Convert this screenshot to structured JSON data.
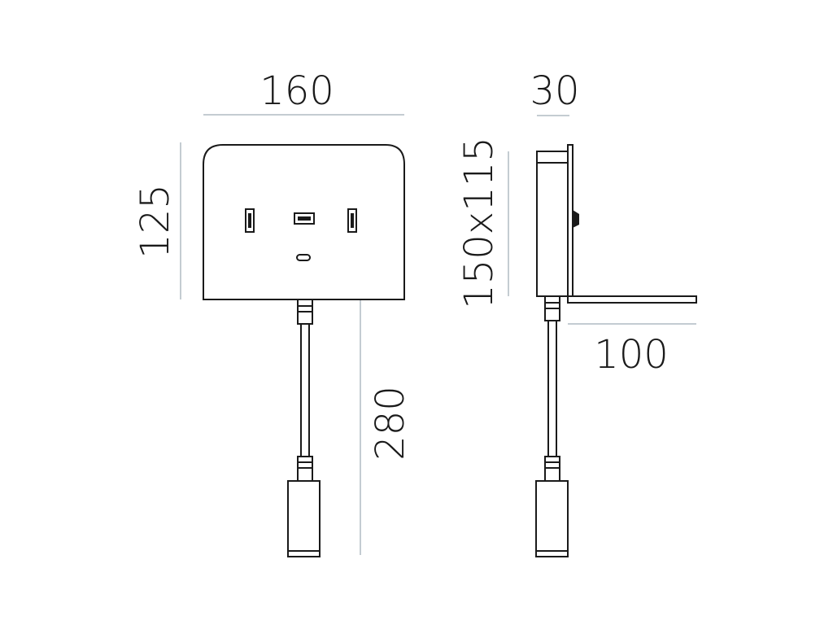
{
  "front_view": {
    "width_label": "160",
    "height_label": "125",
    "total_height_label": "280"
  },
  "side_view": {
    "depth_label": "30",
    "plate_label": "150x115",
    "shelf_label": "100"
  },
  "colors": {
    "outline": "#1a1a1a",
    "dimension_line": "#8a9aa6"
  }
}
